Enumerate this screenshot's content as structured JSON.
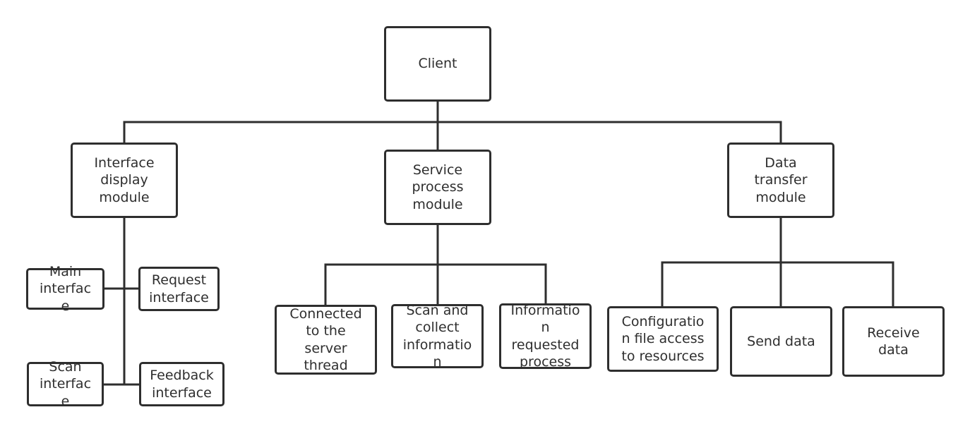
{
  "nodes": {
    "client": "Client",
    "interface_display_module": "Interface\ndisplay\nmodule",
    "service_process_module": "Service\nprocess\nmodule",
    "data_transfer_module": "Data\ntransfer\nmodule",
    "main_interface": "Main\ninterfac\ne",
    "request_interface": "Request\ninterface",
    "scan_interface": "Scan\ninterfac\ne",
    "feedback_interface": "Feedback\ninterface",
    "connected_to_server_thread": "Connected\nto the\nserver\nthread",
    "scan_and_collect_information": "Scan and\ncollect\ninformatio\nn",
    "information_requested_process": "Informatio\nn\nrequested\nprocess",
    "configuration_file_access": "Configuratio\nn file access\nto resources",
    "send_data": "Send data",
    "receive_data": "Receive\ndata"
  },
  "colors": {
    "stroke": "#2e2e2e",
    "background": "#ffffff",
    "text": "#2e2e2e"
  }
}
